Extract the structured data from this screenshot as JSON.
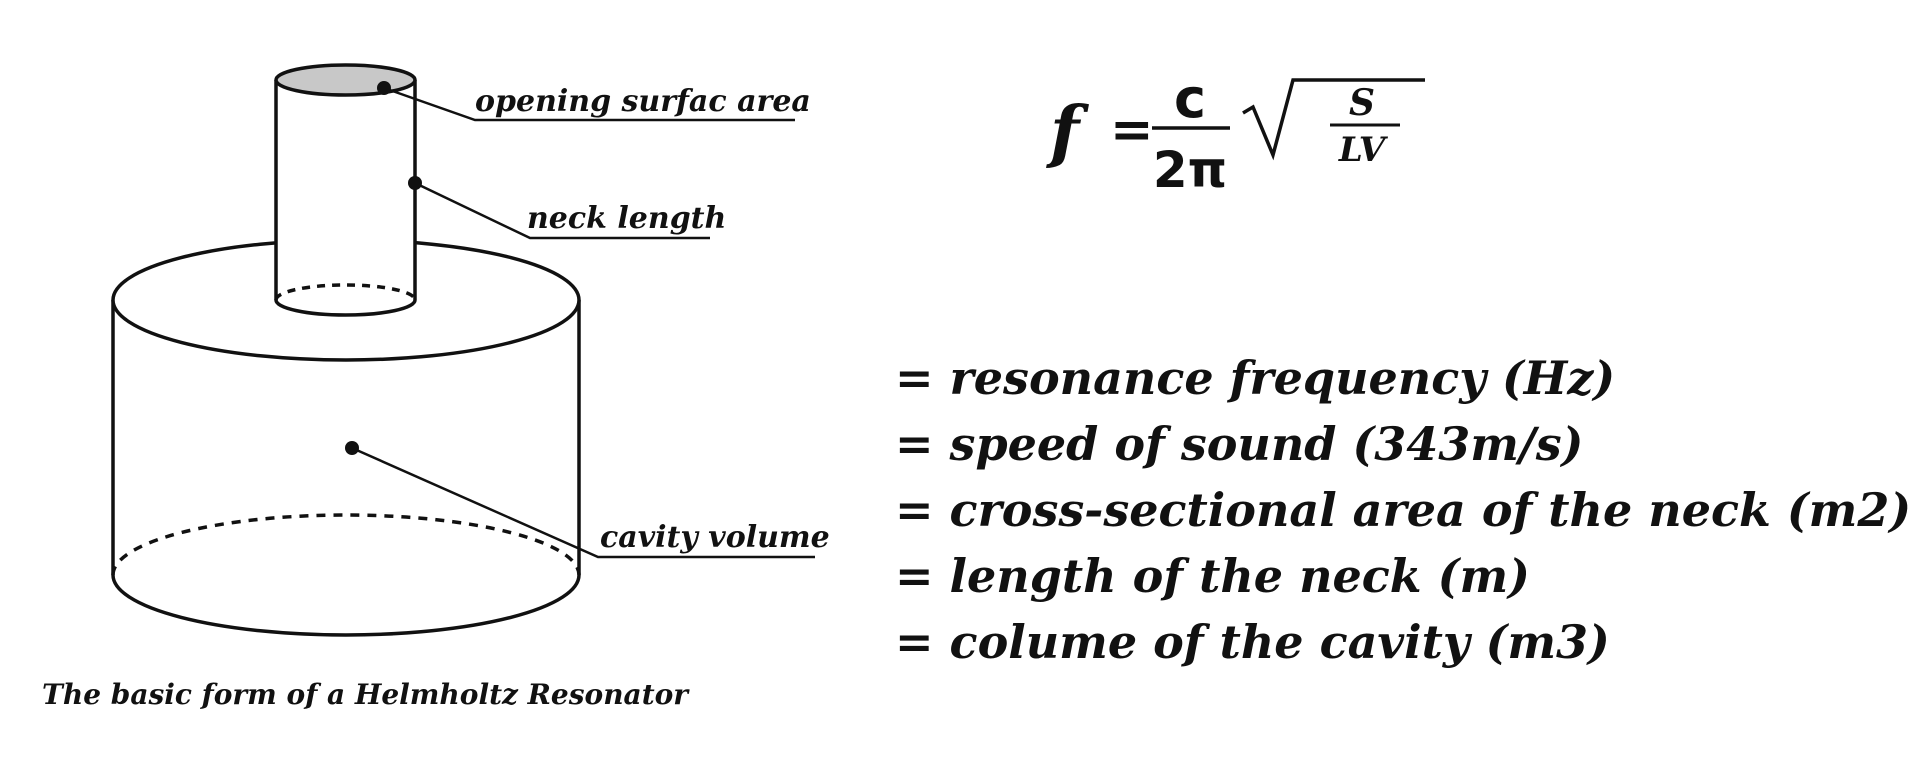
{
  "diagram": {
    "labels": {
      "opening": "opening surfac area",
      "neck": "neck length",
      "cavity": "cavity volume"
    },
    "caption": "The basic form of a Helmholtz Resonator"
  },
  "formula": {
    "lhs": "f",
    "equals": "=",
    "numerator": "c",
    "denominator": "2π",
    "root_numerator": "S",
    "root_denominator": "LV"
  },
  "definitions": [
    "= resonance frequency (Hz)",
    "= speed of sound (343m/s)",
    "= cross-sectional area of the neck (m2)",
    "= length of the neck (m)",
    "= colume of the cavity (m3)"
  ],
  "colors": {
    "ink": "#111111",
    "opening_fill": "#c8c8c8",
    "background": "#ffffff"
  }
}
